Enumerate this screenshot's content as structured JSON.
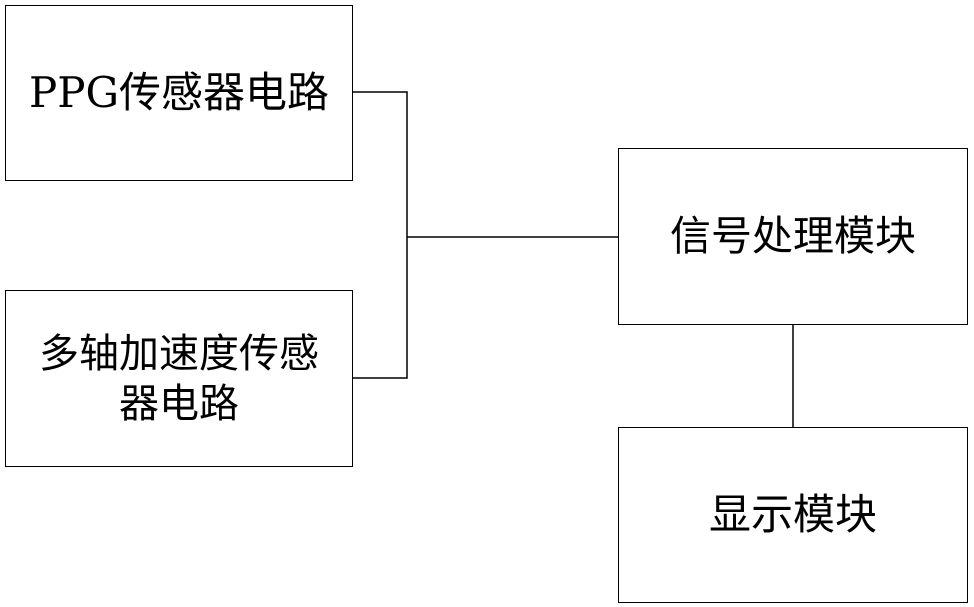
{
  "diagram": {
    "colors": {
      "stroke": "#000000",
      "text": "#000000",
      "background": "#ffffff"
    },
    "nodes": {
      "ppg_sensor": {
        "label": "PPG传感器电路"
      },
      "accel_sensor": {
        "label": "多轴加速度传感器电路"
      },
      "signal_processing": {
        "label": "信号处理模块"
      },
      "display": {
        "label": "显示模块"
      }
    },
    "edges": [
      {
        "from": "ppg_sensor",
        "to": "signal_processing"
      },
      {
        "from": "accel_sensor",
        "to": "signal_processing"
      },
      {
        "from": "signal_processing",
        "to": "display"
      }
    ]
  }
}
